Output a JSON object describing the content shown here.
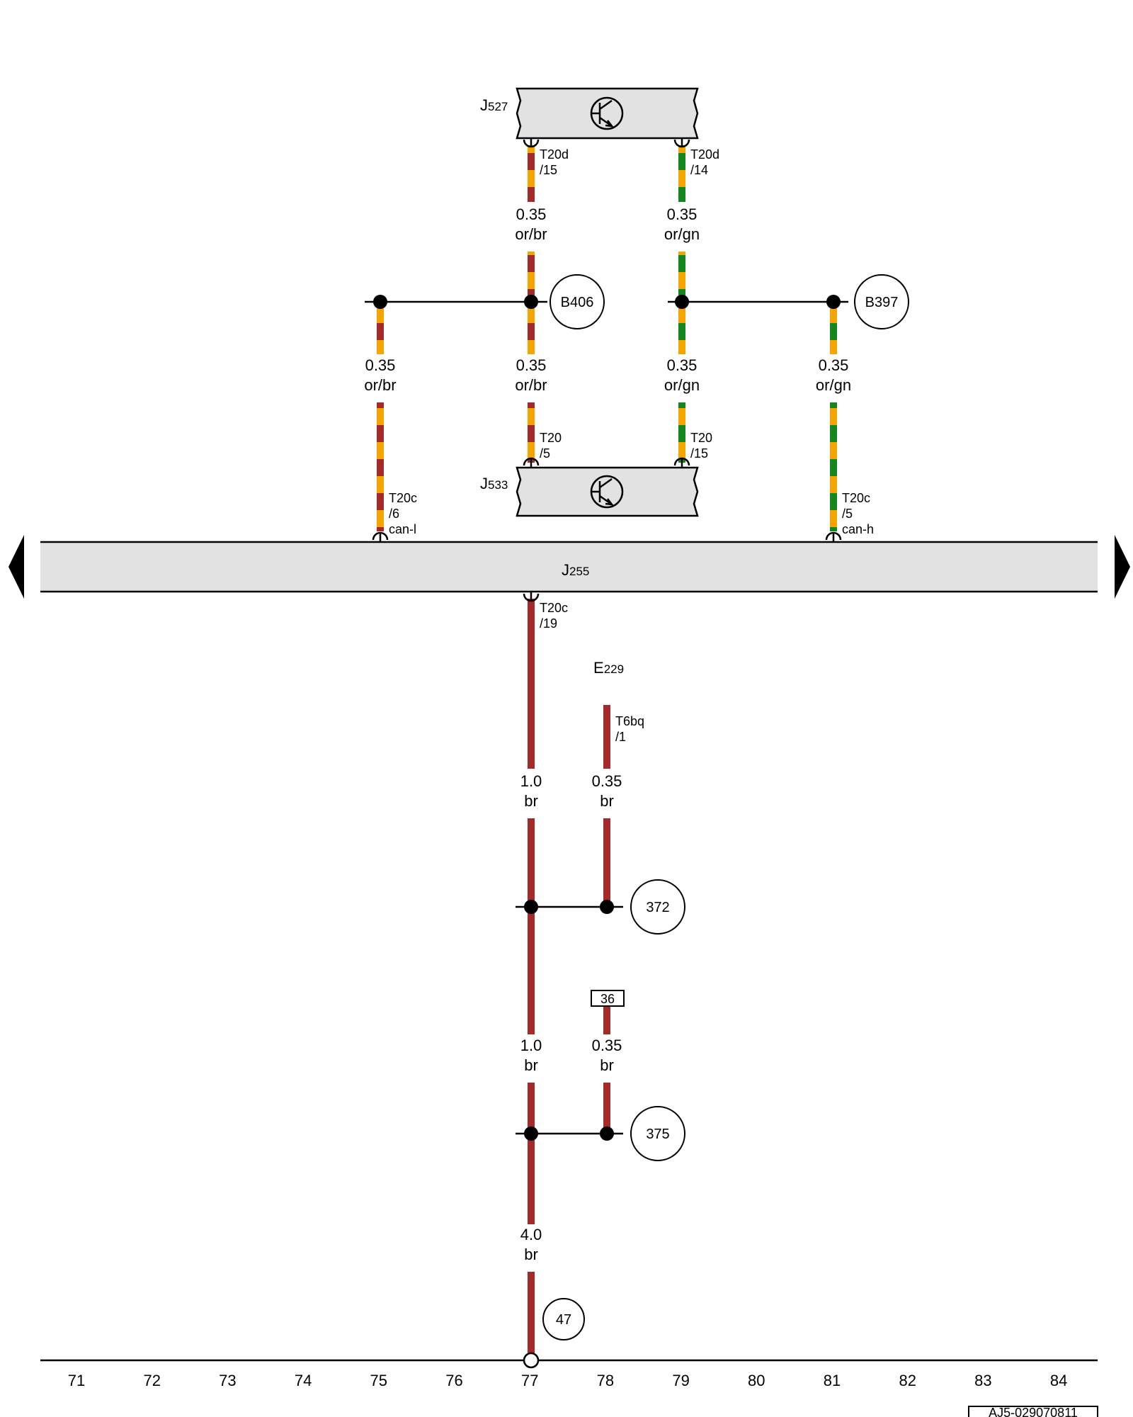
{
  "colors": {
    "or": "#F6A500",
    "br": "#A52A2A",
    "gn": "#13871D",
    "module_fill": "#E2E2E2"
  },
  "components": {
    "J527": {
      "letter": "J",
      "number": "527"
    },
    "J533": {
      "letter": "J",
      "number": "533"
    },
    "J255": {
      "letter": "J",
      "number": "255"
    },
    "E229": {
      "letter": "E",
      "number": "229"
    }
  },
  "pins": {
    "t20d_15": [
      "T20d",
      "/15"
    ],
    "t20d_14": [
      "T20d",
      "/14"
    ],
    "t20_5": [
      "T20",
      "/5"
    ],
    "t20_15": [
      "T20",
      "/15"
    ],
    "t20c_6": [
      "T20c",
      "/6",
      "can-l"
    ],
    "t20c_5": [
      "T20c",
      "/5",
      "can-h"
    ],
    "t20c_19": [
      "T20c",
      "/19"
    ],
    "t6bq_1": [
      "T6bq",
      "/1"
    ]
  },
  "wires": {
    "w1": [
      "0.35",
      "or/br"
    ],
    "w2": [
      "0.35",
      "or/gn"
    ],
    "w3": [
      "0.35",
      "or/br"
    ],
    "w4": [
      "0.35",
      "or/br"
    ],
    "w5": [
      "0.35",
      "or/gn"
    ],
    "w6": [
      "0.35",
      "or/gn"
    ],
    "w7": [
      "1.0",
      "br"
    ],
    "w8": [
      "0.35",
      "br"
    ],
    "w9": [
      "1.0",
      "br"
    ],
    "w10": [
      "0.35",
      "br"
    ],
    "w11": [
      "4.0",
      "br"
    ]
  },
  "connections": {
    "b406": "B406",
    "b397": "B397",
    "c372": "372",
    "c375": "375",
    "c47": "47"
  },
  "fuse": "36",
  "columns": [
    "71",
    "72",
    "73",
    "74",
    "75",
    "76",
    "77",
    "78",
    "79",
    "80",
    "81",
    "82",
    "83",
    "84"
  ],
  "drawing_id": "AJ5-029070811"
}
